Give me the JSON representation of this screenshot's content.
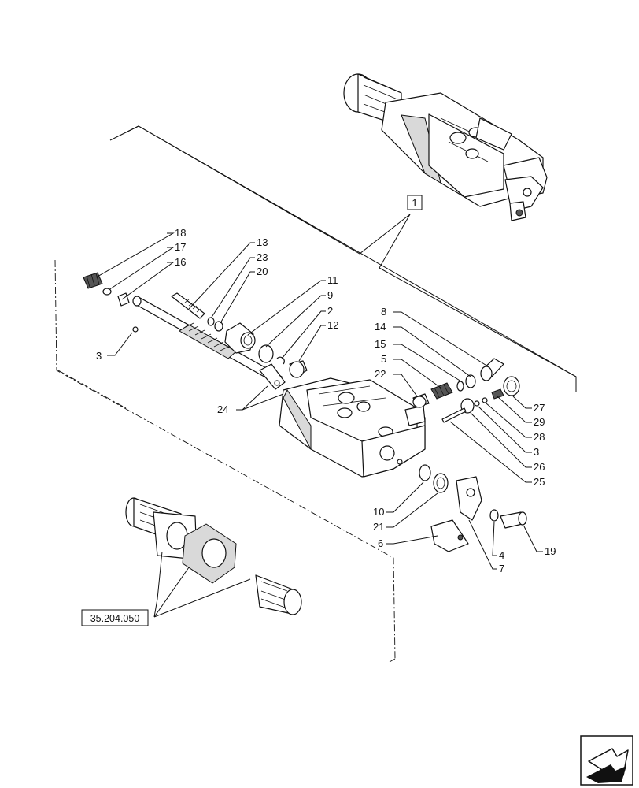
{
  "callouts": {
    "c1": "1",
    "c18": "18",
    "c17": "17",
    "c16": "16",
    "c13": "13",
    "c23": "23",
    "c20": "20",
    "c11": "11",
    "c9": "9",
    "c2": "2",
    "c12": "12",
    "c3a": "3",
    "c24": "24",
    "c8": "8",
    "c14": "14",
    "c15": "15",
    "c5": "5",
    "c22": "22",
    "c27": "27",
    "c29": "29",
    "c28": "28",
    "c3b": "3",
    "c26": "26",
    "c25": "25",
    "c10": "10",
    "c21": "21",
    "c6": "6",
    "c4": "4",
    "c7": "7",
    "c19": "19"
  },
  "reference_box": "35.204.050",
  "nav_icon": "next-page-arrow-icon"
}
